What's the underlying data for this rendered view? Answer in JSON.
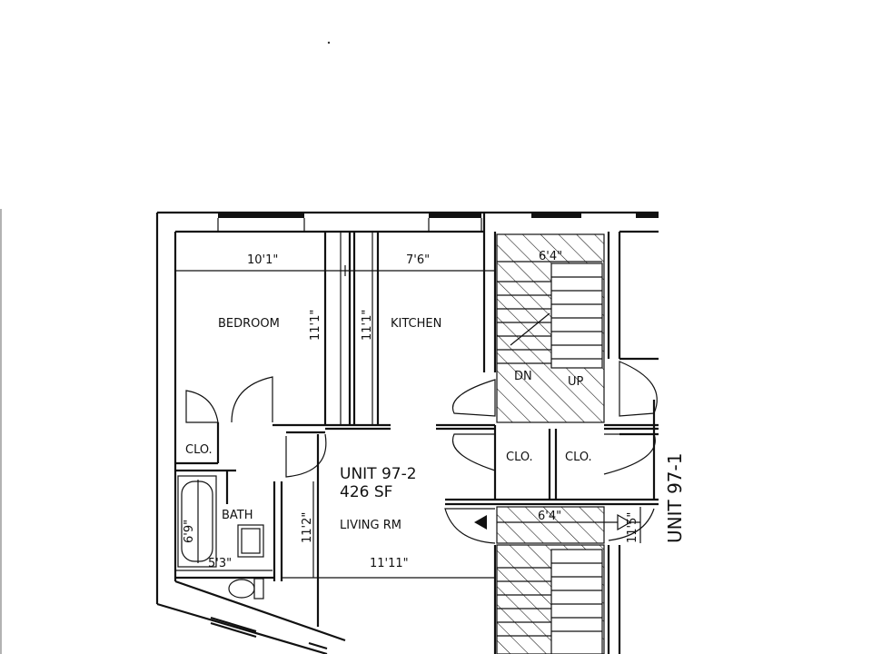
{
  "rooms": {
    "bedroom": "BEDROOM",
    "kitchen": "KITCHEN",
    "closet_left": "CLO.",
    "closet_mid_1": "CLO.",
    "closet_mid_2": "CLO.",
    "bath": "BATH",
    "living": "LIVING RM"
  },
  "unit": {
    "name": "UNIT 97-2",
    "area": "426 SF",
    "neighbor": "UNIT 97-1"
  },
  "stairs": {
    "down": "DN",
    "up": "UP"
  },
  "dimensions": {
    "bedroom_width": "10'1\"",
    "kitchen_width": "7'6\"",
    "stair_width_top": "6'4\"",
    "bedroom_depth": "11'1\"",
    "kitchen_depth": "11'1\"",
    "living_depth": "11'2\"",
    "living_width": "11'11\"",
    "bath_width": "5'3\"",
    "tub_length": "6'9\"",
    "corridor_width": "6'4\"",
    "corridor_depth": "11'5\""
  }
}
